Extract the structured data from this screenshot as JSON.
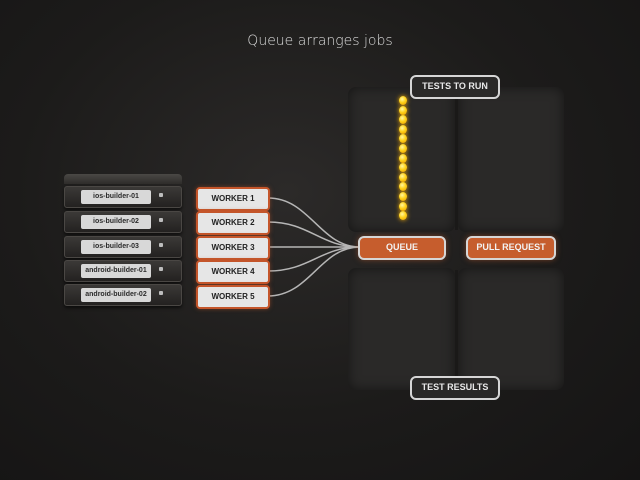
{
  "title": "Queue arranges jobs",
  "servers": [
    "ios-builder-01",
    "ios-builder-02",
    "ios-builder-03",
    "android-builder-01",
    "android-builder-02"
  ],
  "workers": [
    "WORKER 1",
    "WORKER 2",
    "WORKER 3",
    "WORKER 4",
    "WORKER 5"
  ],
  "nodes": {
    "tests_to_run": "TESTS TO RUN",
    "queue": "QUEUE",
    "pull_request": "PULL REQUEST",
    "test_results": "TEST RESULTS"
  },
  "job_count": 13,
  "colors": {
    "accent": "#c65d2d",
    "job": "#ffd21a",
    "background": "#1c1b1a"
  }
}
